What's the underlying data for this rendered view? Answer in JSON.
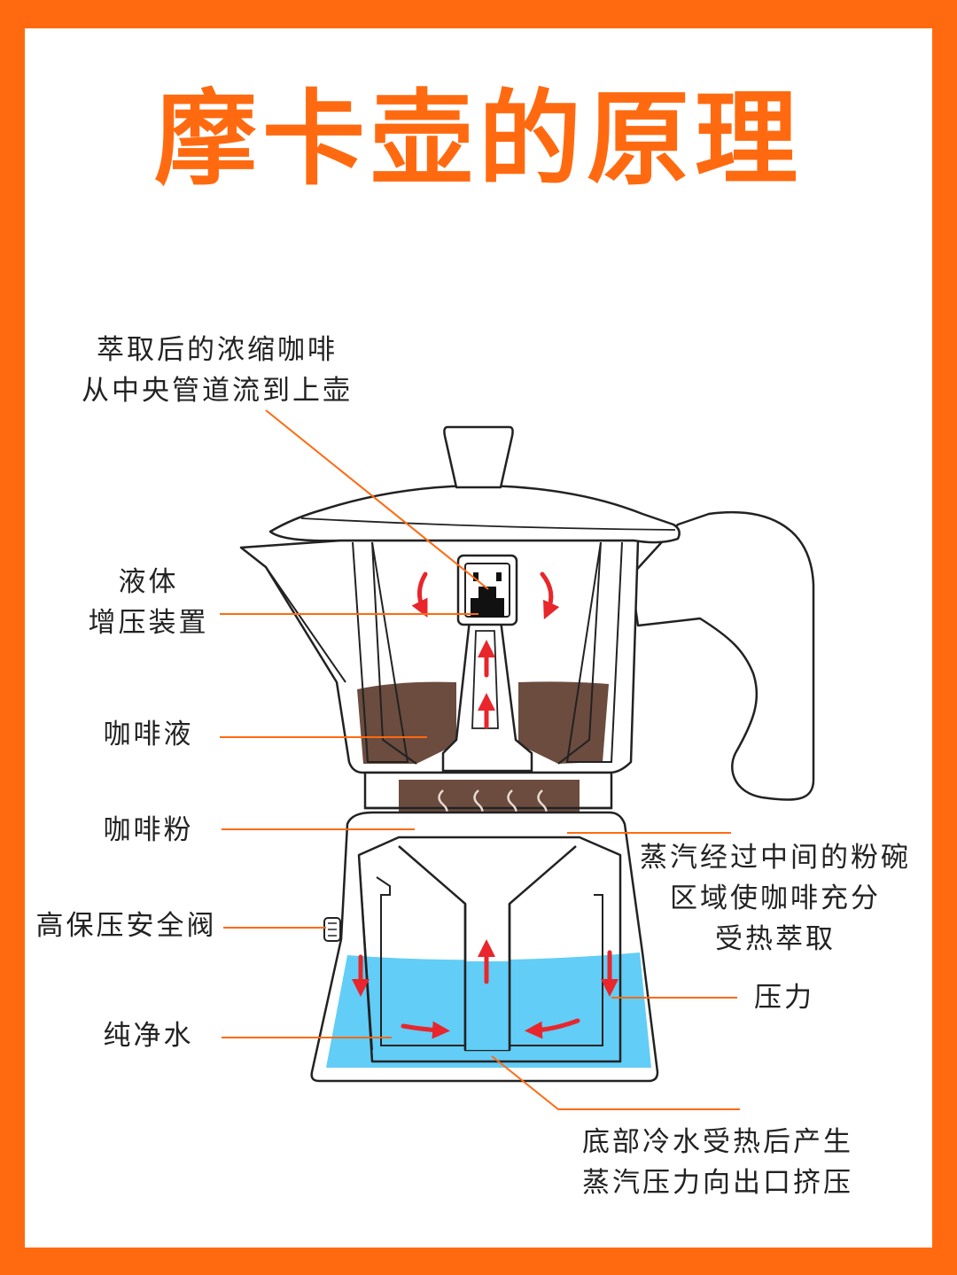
{
  "title": "摩卡壶的原理",
  "labels": {
    "top_line1": "萃取后的浓缩咖啡",
    "top_line2": "从中央管道流到上壶",
    "valve_line1": "液体",
    "valve_line2": "增压装置",
    "coffee_liquid": "咖啡液",
    "coffee_powder": "咖啡粉",
    "safety_valve": "高保压安全阀",
    "water": "纯净水",
    "steam_line1": "蒸汽经过中间的粉碗",
    "steam_line2": "区域使咖啡充分",
    "steam_line3": "受热萃取",
    "pressure": "压力",
    "bottom_line1": "底部冷水受热后产生",
    "bottom_line2": "蒸汽压力向出口挤压"
  },
  "colors": {
    "accent": "#ff6a10",
    "coffee": "#6b4c3f",
    "water": "#62cdf7",
    "arrow": "#e8262b",
    "leader_line": "#ff6a10"
  }
}
